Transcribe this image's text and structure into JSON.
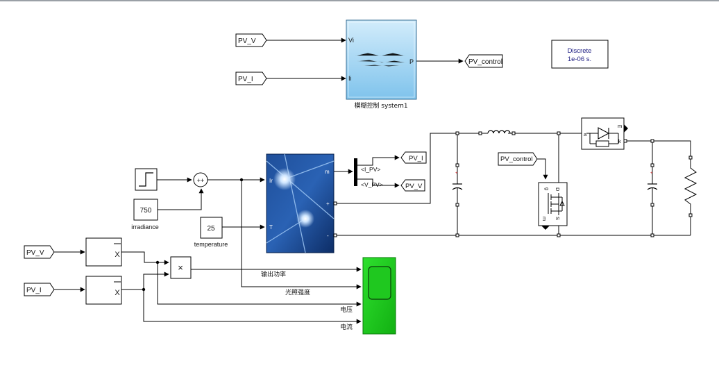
{
  "model": {
    "tags": {
      "from_pv_v_top": "PV_V",
      "from_pv_i_top": "PV_I",
      "goto_pv_control": "PV_control",
      "goto_pv_i": "PV_I",
      "goto_pv_v": "PV_V",
      "from_pv_control": "PV_control",
      "from_pv_v_bottom": "PV_V",
      "from_pv_i_bottom": "PV_I"
    },
    "fuzzy_block": {
      "caption": "模糊控制 system1",
      "port_vi": "Vi",
      "port_ii": "Ii",
      "port_p": "P"
    },
    "powergui": {
      "line1": "Discrete",
      "line2": "1e-06 s."
    },
    "irradiance": {
      "value": "750",
      "caption": "irradiance"
    },
    "temperature": {
      "value": "25",
      "caption": "temperature"
    },
    "sum_signs": "++",
    "pv_array": {
      "port_ir": "Ir",
      "port_t": "T",
      "port_m": "m",
      "port_plus": "+",
      "port_minus": "-"
    },
    "bus_selector": {
      "sig1": "<I_PV>",
      "sig2": "<V_PV>"
    },
    "diode": {
      "port_a": "a",
      "port_k": "k",
      "port_m": "m"
    },
    "mosfet": {
      "port_g": "g",
      "port_d": "D",
      "port_m": "m",
      "port_s": "S"
    },
    "product_symbol": "×",
    "hold_symbol_1": "X",
    "hold_symbol_2": "X",
    "scope_labels": {
      "power": "输出功率",
      "irradiance": "光照强度",
      "voltage": "电压",
      "current": "电流"
    }
  },
  "colors": {
    "signal_line": "#000000",
    "fuzzy_fill_top": "#d2ecfb",
    "fuzzy_fill_bottom": "#7fc3ec",
    "scope_fill": "#22cc22",
    "powergui_text": "#1a1a80",
    "solar_dark": "#0d2d66",
    "capacitor_red": "#cc2222"
  }
}
